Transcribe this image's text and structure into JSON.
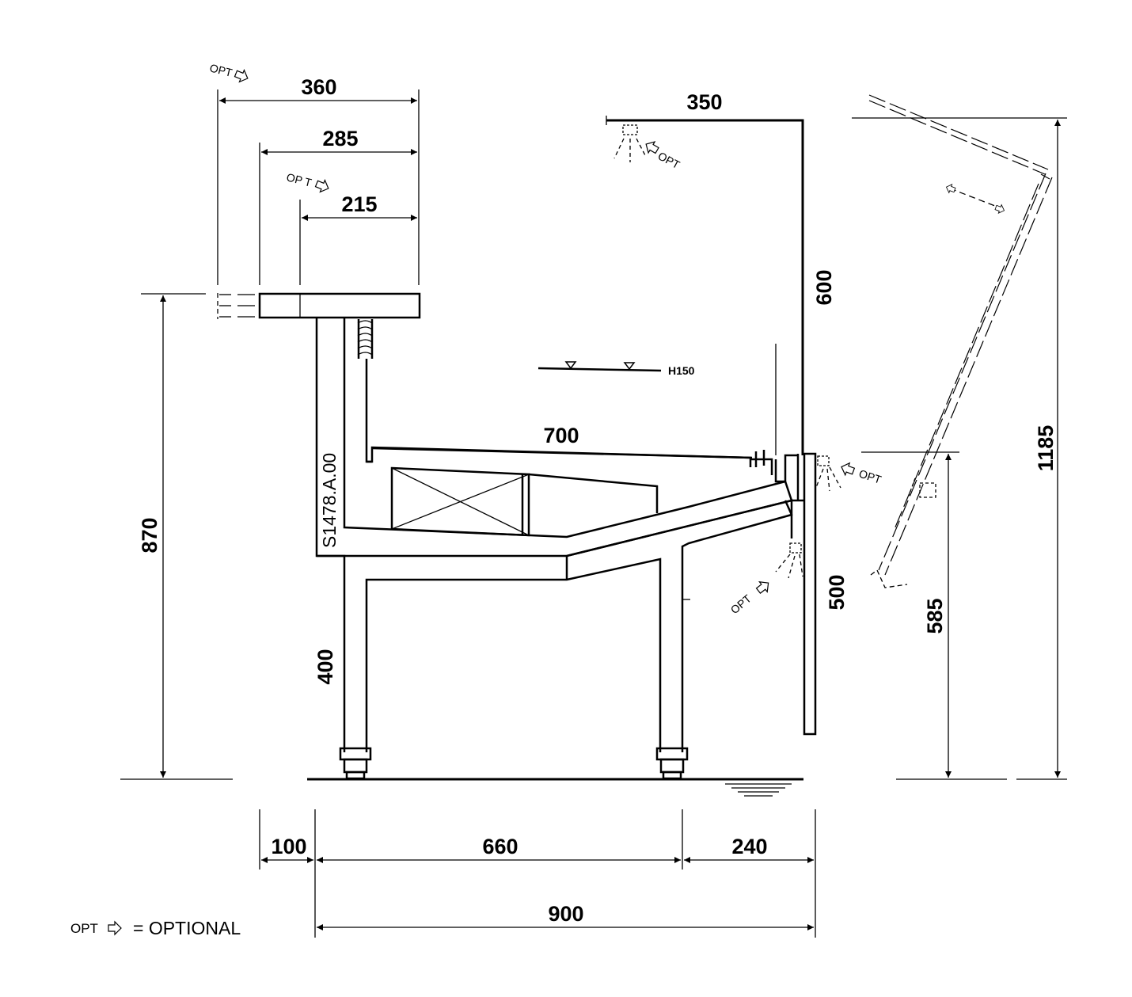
{
  "drawing_code": "S1478.A.00",
  "legend": {
    "opt_symbol": "OPT",
    "text": "= OPTIONAL"
  },
  "opt_markers": [
    "OPT",
    "OP T",
    "OPT",
    "OPT",
    "OPT"
  ],
  "level_label": "H150",
  "dimensions": {
    "shelf_360": "360",
    "shelf_285": "285",
    "shelf_215": "215",
    "canopy_350": "350",
    "canopy_height_600": "600",
    "tray_700": "700",
    "total_height_870": "870",
    "leg_400": "400",
    "front_500": "500",
    "hinged_585": "585",
    "overall_height_1185": "1185",
    "base_100": "100",
    "base_660": "660",
    "base_240": "240",
    "overall_width_900": "900"
  },
  "colors": {
    "ink": "#000000",
    "paper": "#ffffff"
  }
}
